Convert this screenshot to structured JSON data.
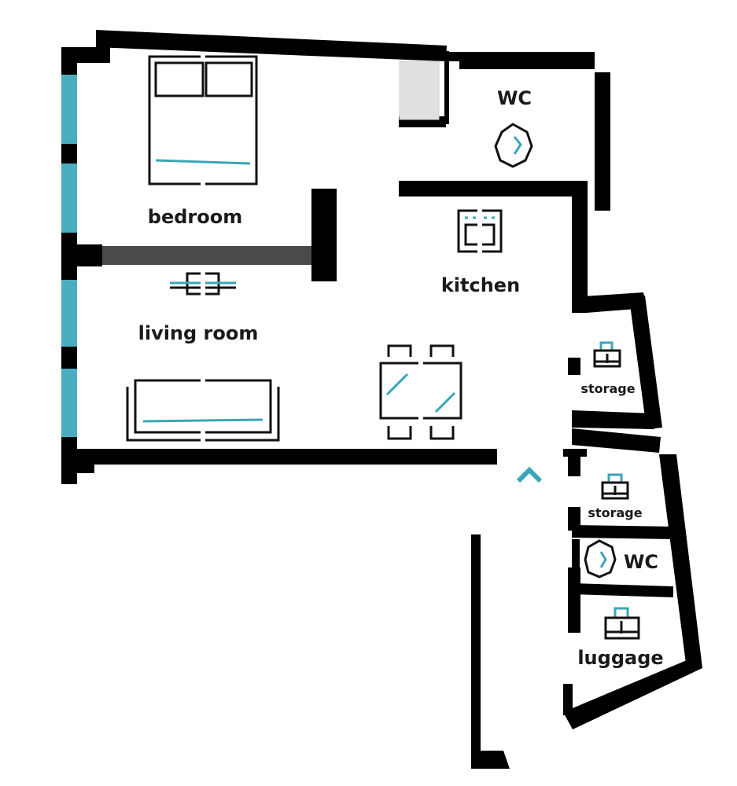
{
  "colors": {
    "wall": "#000000",
    "window": "#4aaec0",
    "accent": "#3aa6b9",
    "sliding_door": "#4a4a4a",
    "shaft": "#e0e0e0",
    "background": "#ffffff",
    "text": "#1a1a1a"
  },
  "rooms": {
    "bedroom": "bedroom",
    "living_room": "living room",
    "kitchen": "kitchen",
    "wc_main": "WC",
    "storage_1": "storage",
    "storage_2": "storage",
    "wc_hall": "WC",
    "luggage": "luggage"
  },
  "icons": {
    "bed": "bed-icon",
    "tv": "tv-icon",
    "sofa": "sofa-icon",
    "dining_table": "dining-table-icon",
    "oven": "oven-icon",
    "toilet": "toilet-icon",
    "storage": "storage-icon",
    "entrance": "entrance-arrow-icon"
  }
}
